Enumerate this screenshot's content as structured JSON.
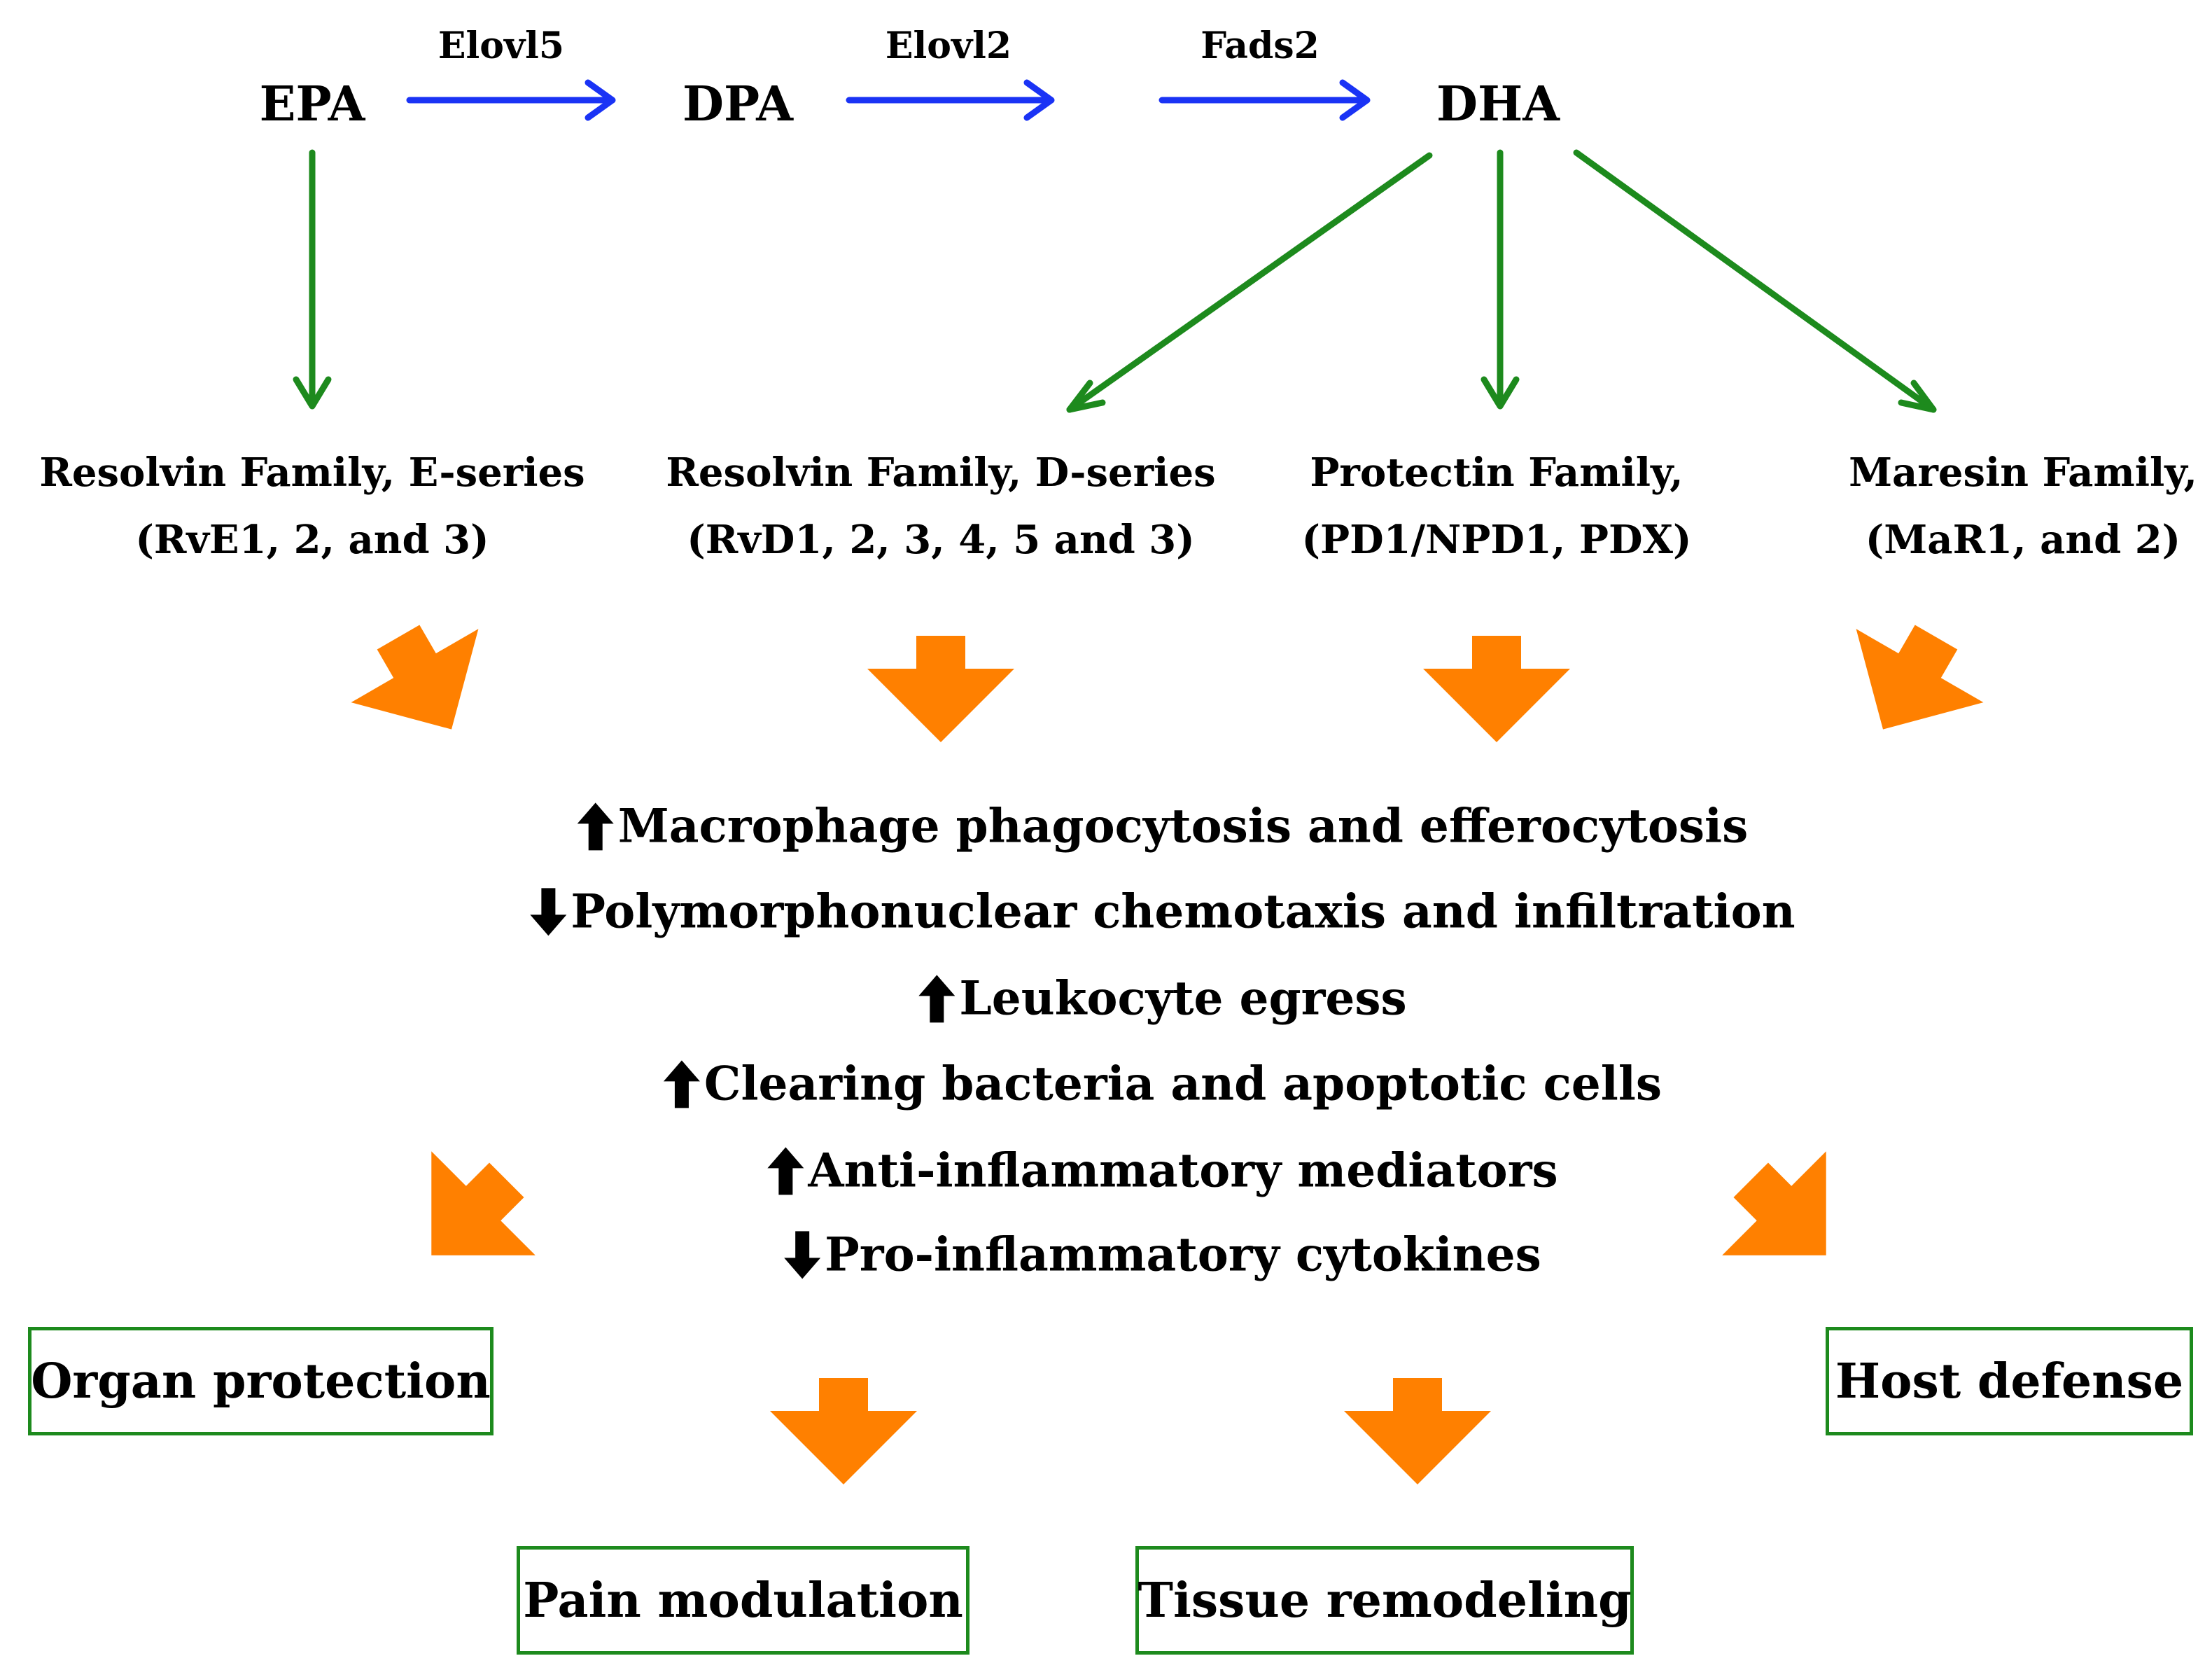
{
  "colors": {
    "enzyme_arrow": "#1a33f5",
    "pathway_arrow": "#1d8a1d",
    "block_arrow": "#ff8000",
    "outcome_border": "#1d8a1d",
    "text": "#000000"
  },
  "metabolites": {
    "epa": "EPA",
    "dpa": "DPA",
    "dha": "DHA"
  },
  "enzymes": {
    "elovl5": "Elovl5",
    "elovl2": "Elovl2",
    "fads2": "Fads2"
  },
  "families": [
    {
      "name": "Resolvin Family, E-series",
      "members": "(RvE1, 2, and 3)"
    },
    {
      "name": "Resolvin Family, D-series",
      "members": "(RvD1, 2, 3, 4, 5 and 3)"
    },
    {
      "name": "Protectin Family,",
      "members": "(PD1/NPD1, PDX)"
    },
    {
      "name": "Maresin Family,",
      "members": "(MaR1, and 2)"
    }
  ],
  "effects": [
    {
      "direction": "up",
      "text": "Macrophage phagocytosis and efferocytosis"
    },
    {
      "direction": "down",
      "text": "Polymorphonuclear chemotaxis and infiltration"
    },
    {
      "direction": "up",
      "text": "Leukocyte egress"
    },
    {
      "direction": "up",
      "text": "Clearing bacteria and apoptotic cells"
    },
    {
      "direction": "up",
      "text": "Anti-inflammatory mediators"
    },
    {
      "direction": "down",
      "text": "Pro-inflammatory cytokines"
    }
  ],
  "outcomes": {
    "organ_protection": "Organ protection",
    "host_defense": "Host defense",
    "pain_modulation": "Pain modulation",
    "tissue_remodeling": "Tissue remodeling"
  }
}
